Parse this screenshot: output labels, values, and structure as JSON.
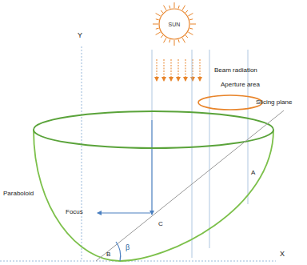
{
  "diagram": {
    "nodes": [
      {
        "text": [
          "SUN"
        ]
      }
    ],
    "labels": [
      "Y",
      "Beam radiation",
      "Aperture area",
      "Slicing plane",
      "A",
      "Paraboloid",
      "Focus",
      "C",
      "B",
      "β",
      "X"
    ]
  }
}
